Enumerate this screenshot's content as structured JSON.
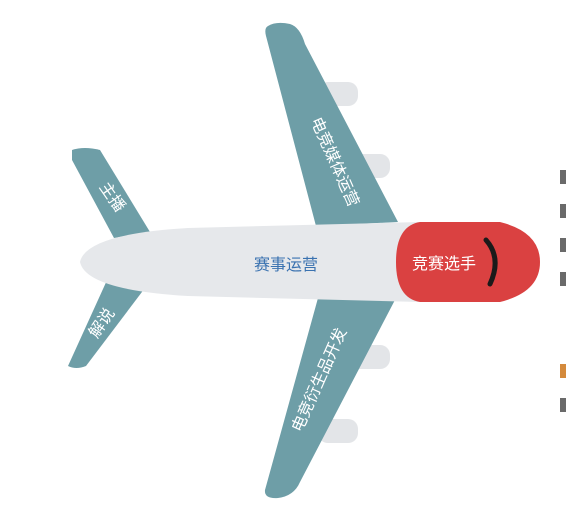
{
  "diagram": {
    "labels": {
      "fuselage": "赛事运营",
      "nose": "竞赛选手",
      "upper_wing": "电竞媒体运营",
      "lower_wing": "电竞衍生品开发",
      "upper_tail": "主播",
      "lower_tail": "解说"
    },
    "colors": {
      "wing": "#6e9ea7",
      "fuselage": "#e6e8eb",
      "nose": "#da4141",
      "engine": "#e3e5e8",
      "fuselage_text": "#3a72b0",
      "wing_text": "#ffffff",
      "nose_text": "#ffffff",
      "cockpit_stroke": "#1a1a1a"
    }
  }
}
